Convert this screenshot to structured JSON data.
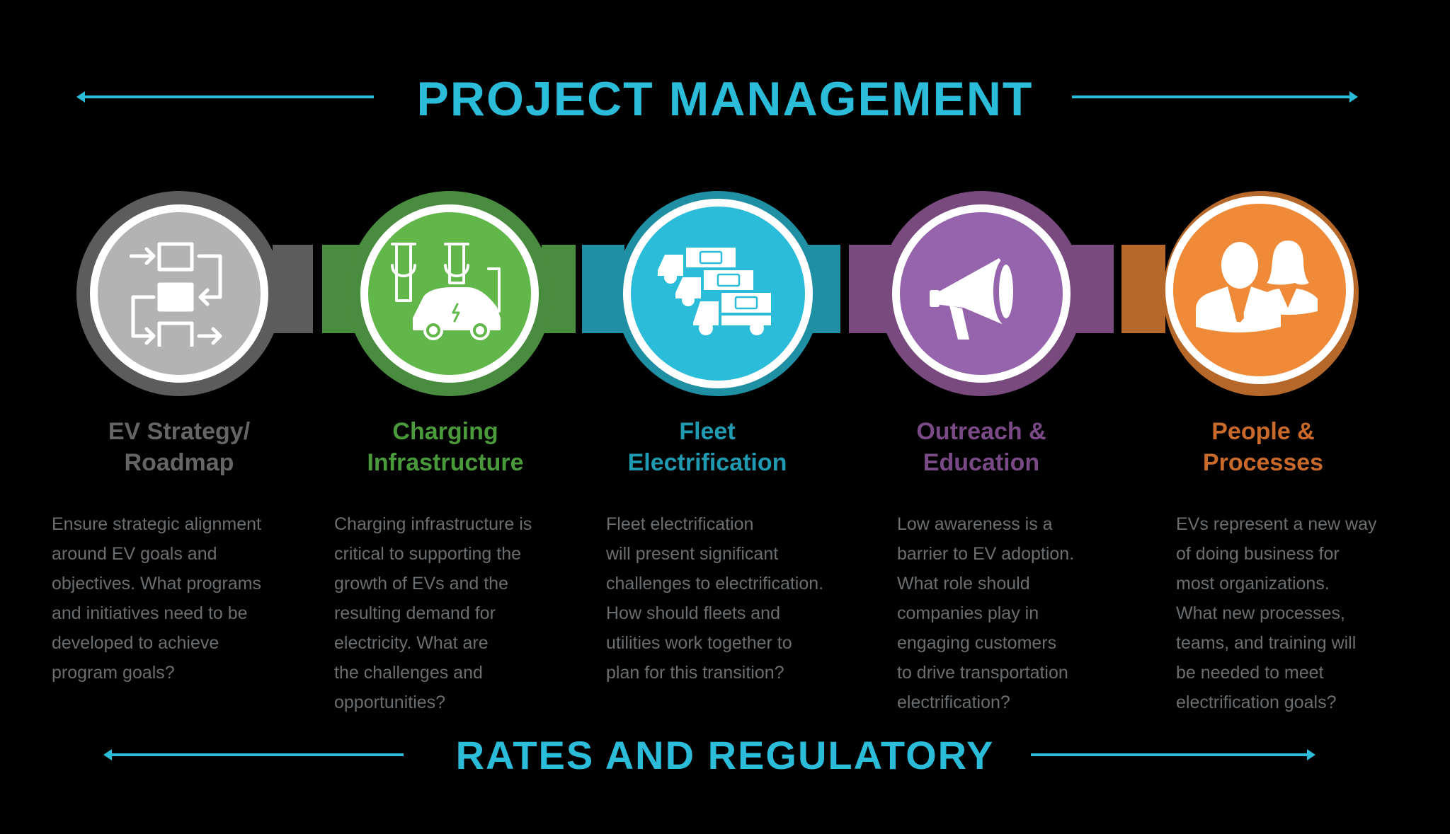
{
  "top_banner": {
    "title": "PROJECT MANAGEMENT"
  },
  "bottom_banner": {
    "title": "RATES AND REGULATORY"
  },
  "colors": {
    "accent": "#2bbcd9",
    "gray_dark": "#5c5c5c",
    "gray_light": "#b3b3b3",
    "gray_text": "#6b6e70",
    "green_dark": "#4a8c3f",
    "green_light": "#62b74a",
    "green_text": "#4a9a3c",
    "teal_dark": "#1f8fa3",
    "teal_light": "#2bbcd9",
    "teal_text": "#1f9ab0",
    "purple_dark": "#784a7e",
    "purple_light": "#9564ad",
    "purple_text": "#7a4a86",
    "orange_dark": "#b5682a",
    "orange_light": "#ef8a38",
    "orange_text": "#c96a2a"
  },
  "steps": [
    {
      "icon": "flowchart-icon",
      "heading_line1": "EV Strategy/",
      "heading_line2": "Roadmap",
      "description": "Ensure strategic alignment\naround EV goals and\nobjectives. What programs\nand initiatives need to be\ndeveloped to achieve\nprogram goals?"
    },
    {
      "icon": "charging-station-car-icon",
      "heading_line1": "Charging",
      "heading_line2": "Infrastructure",
      "description": "Charging infrastructure is\ncritical to supporting the\ngrowth of EVs and the\nresulting demand for\nelectricity. What are\nthe challenges and\nopportunities?"
    },
    {
      "icon": "electric-trucks-icon",
      "heading_line1": "Fleet",
      "heading_line2": "Electrification",
      "description": "Fleet electrification\nwill present significant\nchallenges to electrification.\nHow should fleets and\nutilities work together to\nplan for this transition?"
    },
    {
      "icon": "megaphone-icon",
      "heading_line1": "Outreach &",
      "heading_line2": "Education",
      "description": "Low awareness is a\nbarrier to EV adoption.\nWhat role should\ncompanies play in\nengaging customers\nto drive transportation\nelectrification?"
    },
    {
      "icon": "people-icon",
      "heading_line1": "People &",
      "heading_line2": "Processes",
      "description": "EVs represent a new way\nof doing business for\nmost organizations.\nWhat new processes,\nteams, and training will\nbe needed to meet\nelectrification goals?"
    }
  ]
}
